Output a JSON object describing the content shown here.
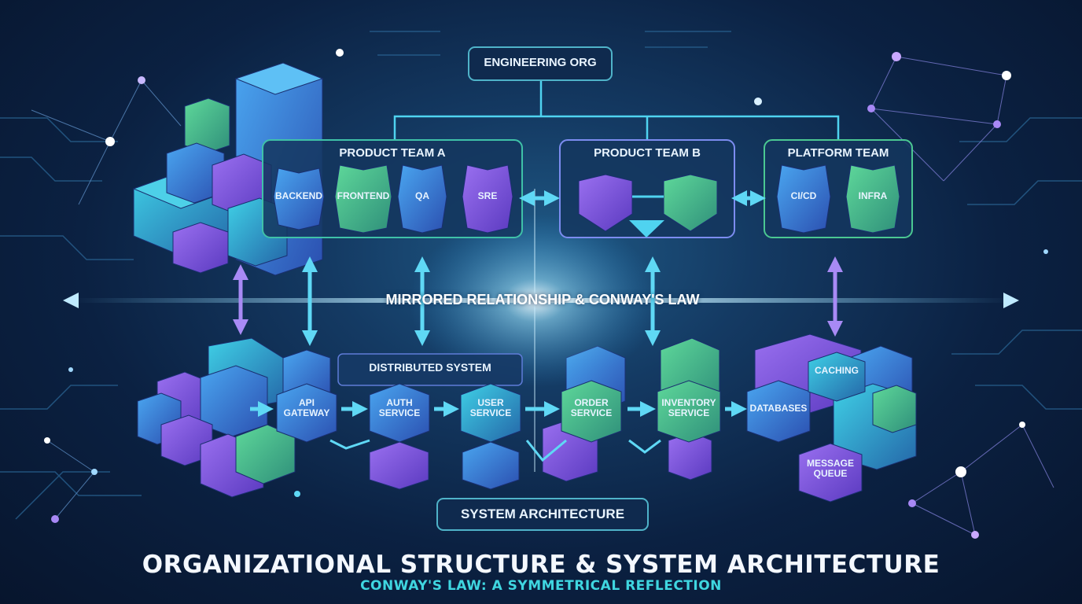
{
  "org": {
    "root": "ENGINEERING ORG",
    "team_a": {
      "title": "PRODUCT TEAM A",
      "members": [
        "BACKEND",
        "FRONTEND",
        "QA",
        "SRE"
      ]
    },
    "team_b": {
      "title": "PRODUCT TEAM B"
    },
    "platform": {
      "title": "PLATFORM TEAM",
      "members": [
        "CI/CD",
        "INFRA"
      ]
    }
  },
  "mirror_label": "MIRRORED RELATIONSHIP & CONWAY'S LAW",
  "system": {
    "distributed_label": "DISTRIBUTED SYSTEM",
    "services": [
      "API\nGATEWAY",
      "AUTH\nSERVICE",
      "USER\nSERVICE",
      "ORDER\nSERVICE",
      "INVENTORY\nSERVICE",
      "DATABASES"
    ],
    "caching": "CACHING",
    "message_queue": "MESSAGE\nQUEUE",
    "architecture_label": "SYSTEM ARCHITECTURE"
  },
  "title": "ORGANIZATIONAL STRUCTURE & SYSTEM ARCHITECTURE",
  "subtitle": "CONWAY'S LAW: A SYMMETRICAL REFLECTION",
  "colors": {
    "accent_cyan": "#4fd3f0",
    "accent_purple": "#8a6cf0",
    "accent_green": "#4bc892",
    "panel_border": "#4fb3c9"
  }
}
